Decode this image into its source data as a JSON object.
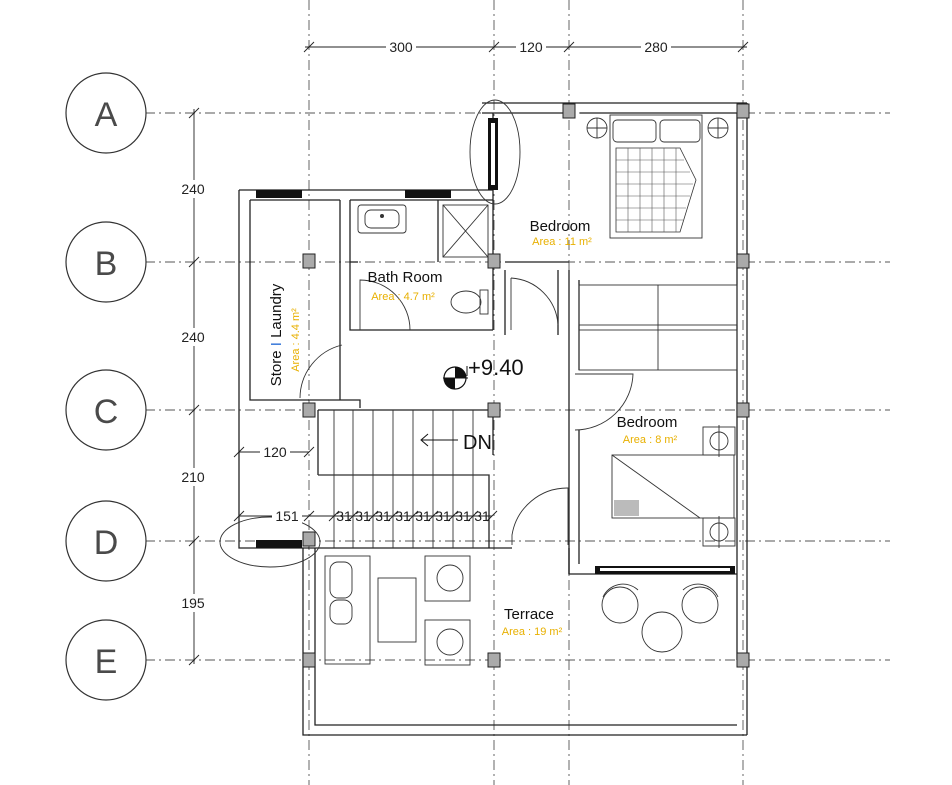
{
  "axes": {
    "rows": [
      "A",
      "B",
      "C",
      "D",
      "E"
    ]
  },
  "dimensions": {
    "top": [
      "300",
      "120",
      "280"
    ],
    "left": [
      "240",
      "240",
      "210",
      "195"
    ],
    "inner_120": "120",
    "inner_151": "151",
    "steps": [
      "31",
      "31",
      "31",
      "31",
      "31",
      "31",
      "31",
      "31"
    ]
  },
  "rooms": {
    "bedroom1": {
      "name": "Bedroom",
      "area": "Area : 11 m²"
    },
    "bathroom": {
      "name": "Bath Room",
      "area": "Area : 4.7 m²"
    },
    "store": {
      "name_a": "Store",
      "sep": "I",
      "name_b": "Laundry",
      "area": "Area : 4.4 m²"
    },
    "bedroom2": {
      "name": "Bedroom",
      "area": "Area : 8 m²"
    },
    "terrace": {
      "name": "Terrace",
      "area": "Area : 19 m²"
    }
  },
  "level": "+9.40",
  "stair_direction": "DN",
  "colors": {
    "area_text": "#e8b000",
    "walls": "#222222",
    "separator": "#2a6fd6"
  }
}
